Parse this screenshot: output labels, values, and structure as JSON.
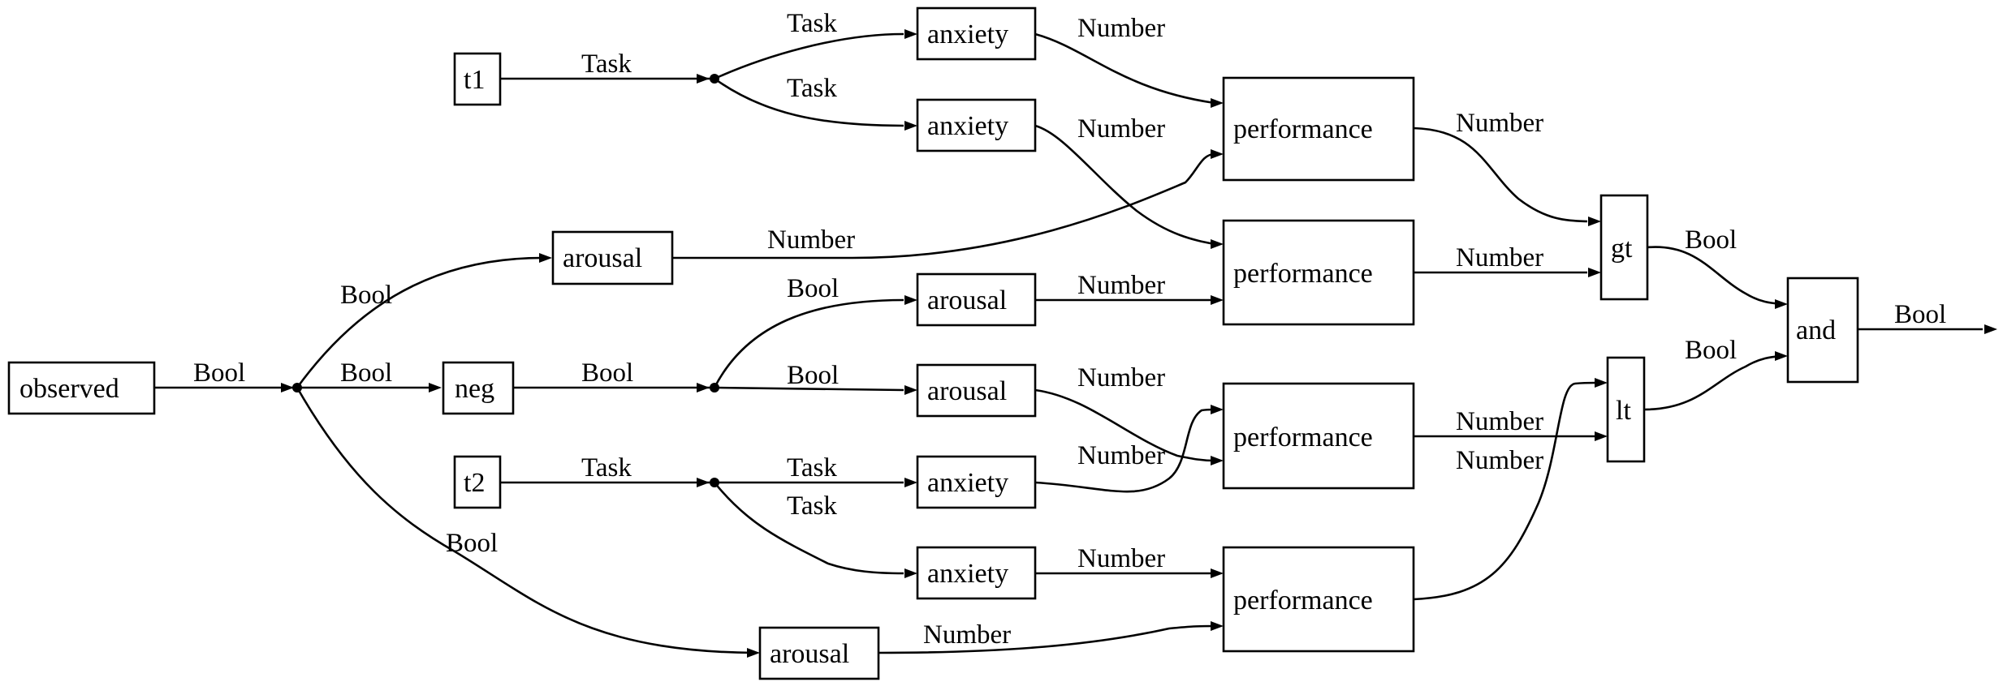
{
  "nodes": {
    "observed": "observed",
    "neg": "neg",
    "t1": "t1",
    "t2": "t2",
    "arousal_a": "arousal",
    "anxiety_a": "anxiety",
    "anxiety_b": "anxiety",
    "arousal_b": "arousal",
    "arousal_c": "arousal",
    "anxiety_c": "anxiety",
    "anxiety_d": "anxiety",
    "arousal_d": "arousal",
    "performance_a": "performance",
    "performance_b": "performance",
    "performance_c": "performance",
    "performance_d": "performance",
    "gt": "gt",
    "lt": "lt",
    "and": "and"
  },
  "edge_labels": {
    "observed_out": "Bool",
    "j1_arousal_a": "Bool",
    "j1_neg": "Bool",
    "j1_arousal_d": "Bool",
    "neg_out": "Bool",
    "j2_arousal_b": "Bool",
    "j2_arousal_c": "Bool",
    "t1_out": "Task",
    "j3_anxiety_a": "Task",
    "j3_anxiety_b": "Task",
    "t2_out": "Task",
    "j4_anxiety_c": "Task",
    "j4_anxiety_d": "Task",
    "anxiety_a_perf": "Number",
    "anxiety_b_perf": "Number",
    "arousal_a_perf": "Number",
    "arousal_b_perf": "Number",
    "arousal_c_perf": "Number",
    "anxiety_c_perf": "Number",
    "anxiety_d_perf": "Number",
    "arousal_d_perf": "Number",
    "perf_a_gt": "Number",
    "perf_b_gt": "Number",
    "perf_c_lt": "Number",
    "perf_d_lt": "Number",
    "gt_and": "Bool",
    "lt_and": "Bool",
    "and_out": "Bool"
  }
}
